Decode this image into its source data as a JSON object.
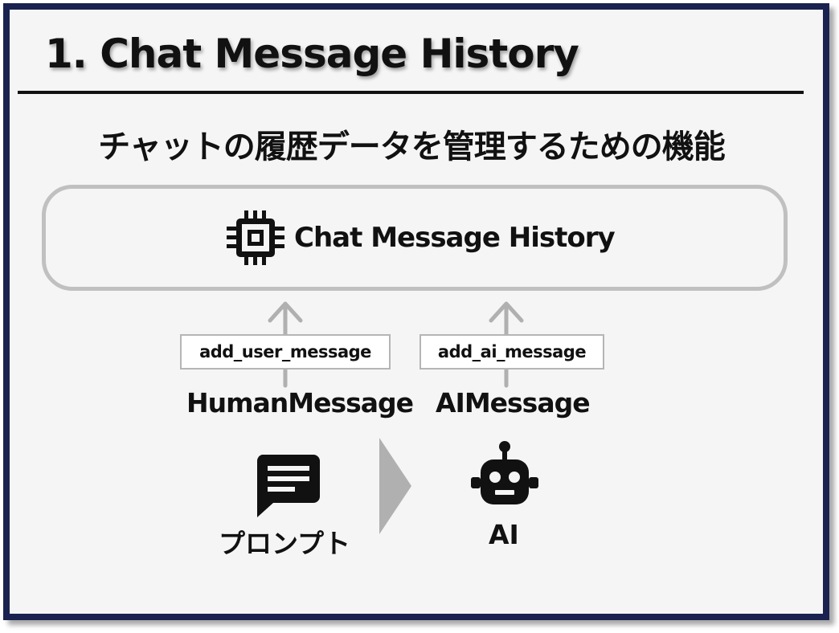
{
  "slide": {
    "title": "1.  Chat Message History",
    "subtitle": "チャットの履歴データを管理するための機能"
  },
  "diagram": {
    "history_label": "Chat Message History",
    "user_method": "add_user_message",
    "ai_method": "add_ai_message",
    "human_message_label": "HumanMessage",
    "ai_message_label": "AIMessage",
    "prompt_label": "プロンプト",
    "ai_label": "AI"
  },
  "icons": {
    "history": "chip-icon",
    "prompt": "chat-bubble-icon",
    "ai": "robot-icon",
    "flow": "chevron-right-icon"
  },
  "colors": {
    "border": "#1a2250",
    "arrow": "#b0b0b0",
    "box_border": "#c0c0c0"
  }
}
